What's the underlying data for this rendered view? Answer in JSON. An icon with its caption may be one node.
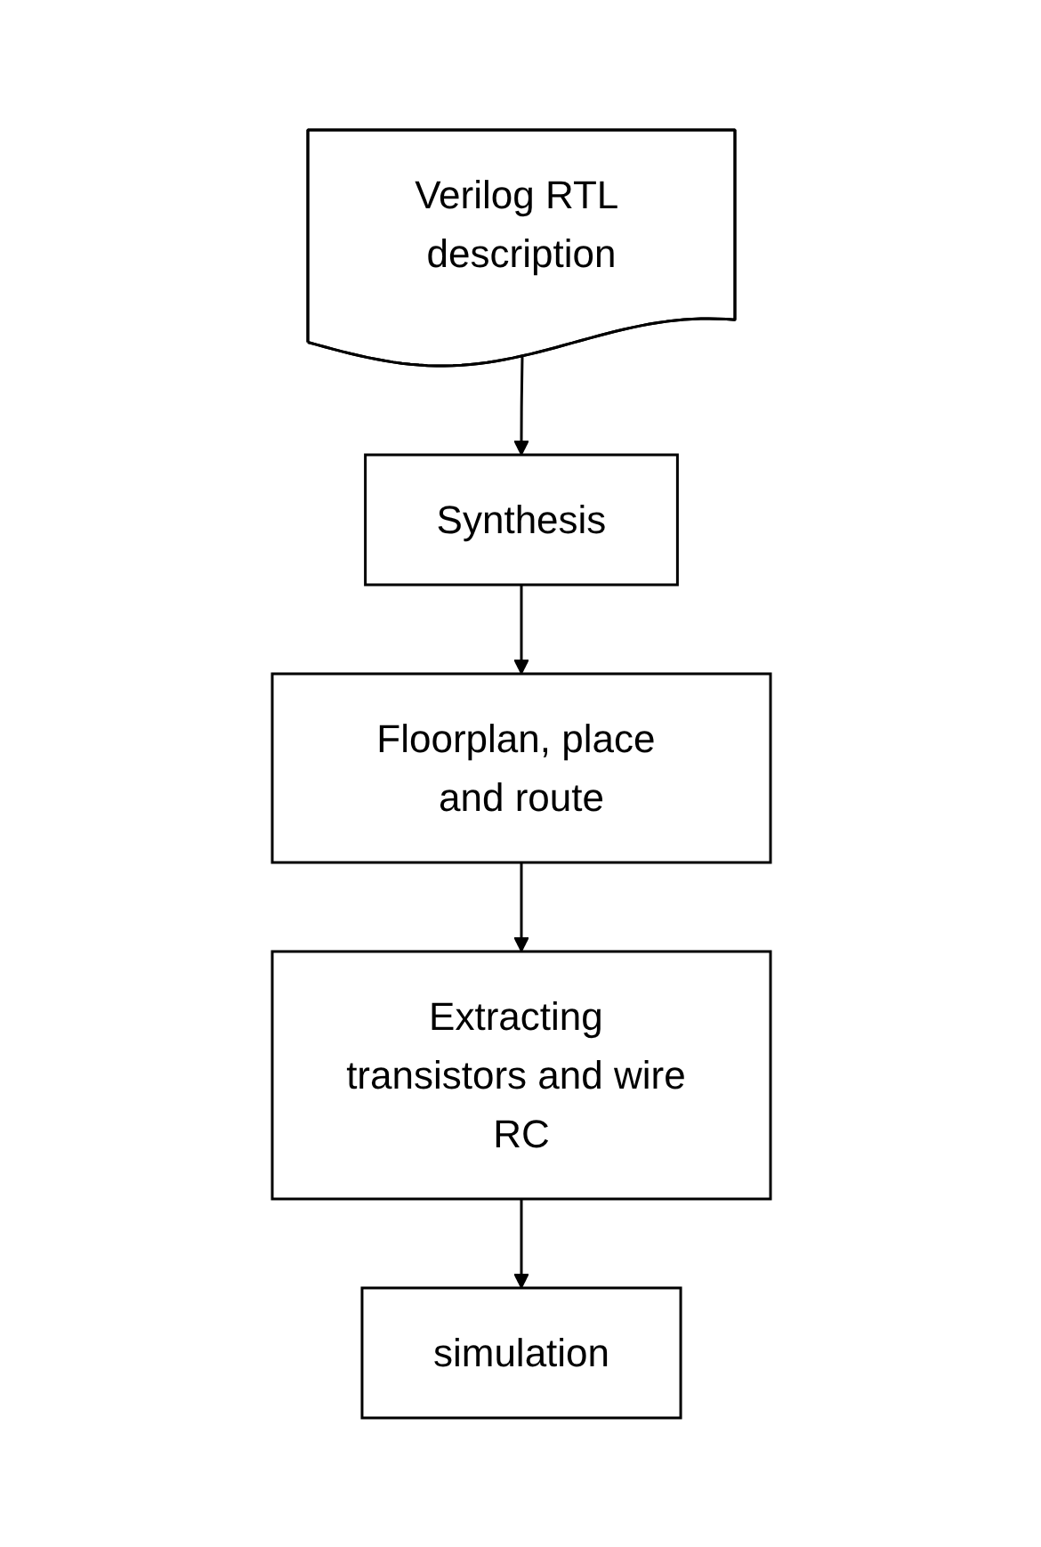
{
  "diagram": {
    "nodes": [
      {
        "text": [
          "Verilog RTL description"
        ]
      },
      {
        "text": [
          "Synthesis"
        ]
      },
      {
        "text": [
          "Floorplan, place and route"
        ]
      },
      {
        "text": [
          "Extracting transistors and wire RC"
        ]
      },
      {
        "text": [
          "simulation"
        ]
      }
    ],
    "edges": [
      {
        "from": 0,
        "to": 1,
        "arrow": "to"
      },
      {
        "from": 1,
        "to": 2,
        "arrow": "to"
      },
      {
        "from": 2,
        "to": 3,
        "arrow": "to"
      },
      {
        "from": 3,
        "to": 4,
        "arrow": "to"
      }
    ]
  }
}
